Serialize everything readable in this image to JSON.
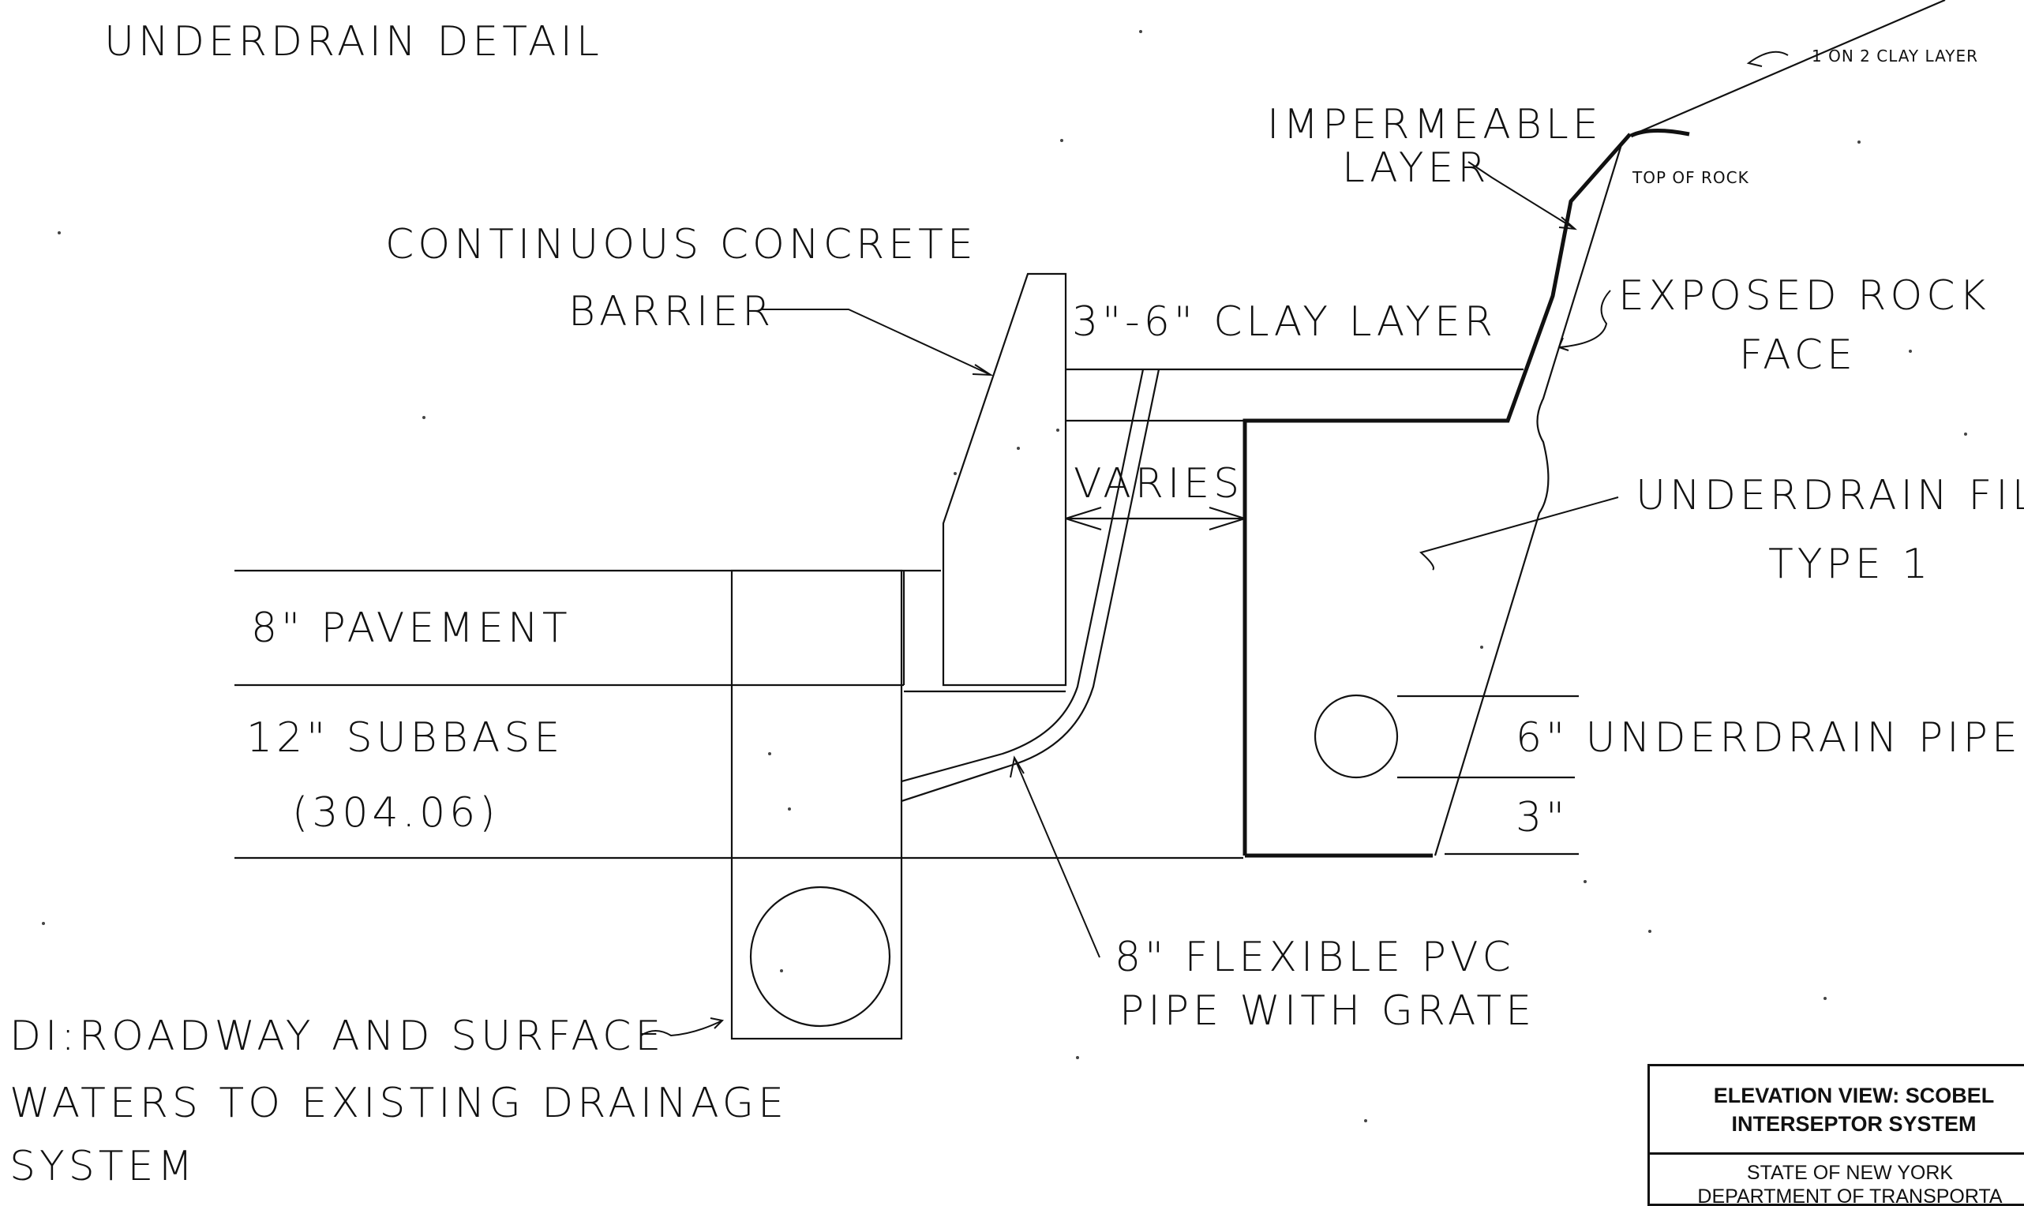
{
  "title": "UNDERDRAIN DETAIL",
  "labels": {
    "clay_slope": "1 ON 2 CLAY LAYER",
    "impermeable_1": "IMPERMEABLE",
    "impermeable_2": "LAYER",
    "top_of_rock": "TOP OF ROCK",
    "barrier_1": "CONTINUOUS CONCRETE",
    "barrier_2": "BARRIER",
    "clay_layer": "3\"-6\" CLAY LAYER",
    "rock_face_1": "EXPOSED ROCK",
    "rock_face_2": "FACE",
    "varies": "VARIES",
    "filter_1": "UNDERDRAIN FILT",
    "filter_2": "TYPE 1",
    "pavement": "8\" PAVEMENT",
    "subbase_1": "12\" SUBBASE",
    "subbase_2": "(304.06)",
    "underdrain_pipe": "6\" UNDERDRAIN PIPE",
    "three_inch": "3\"",
    "pvc_1": "8\" FLEXIBLE PVC",
    "pvc_2": "PIPE WITH GRATE",
    "di_1": "DI:ROADWAY AND SURFACE",
    "di_2": "WATERS TO EXISTING DRAINAGE",
    "di_3": "SYSTEM"
  },
  "title_block": {
    "line1": "ELEVATION VIEW: SCOBEL",
    "line2": "INTERSEPTOR SYSTEM",
    "line3": "STATE OF NEW YORK",
    "line4": "DEPARTMENT OF TRANSPORTA"
  }
}
